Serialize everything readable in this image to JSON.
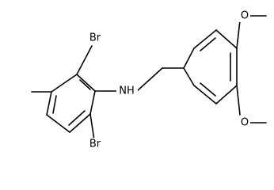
{
  "labels": {
    "br_top": "Br",
    "br_bottom": "Br",
    "nh": "NH",
    "o_top": "O",
    "o_bottom": "O"
  },
  "colors": {
    "bond": "#000000",
    "label": "#000000",
    "background": "#ffffff"
  }
}
